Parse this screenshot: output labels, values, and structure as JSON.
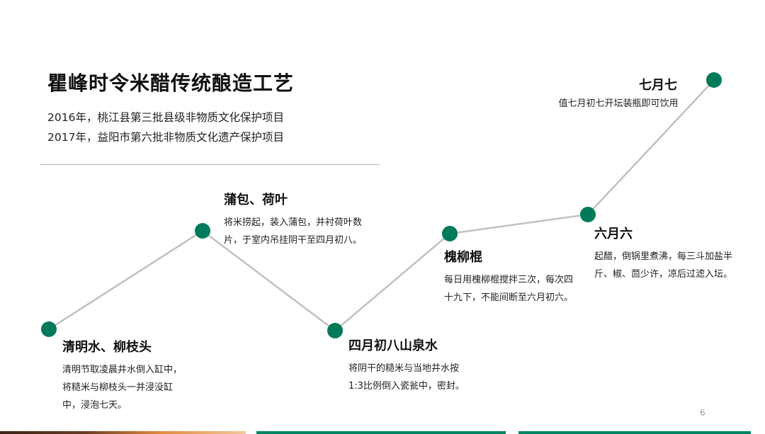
{
  "header": {
    "title": "瞿峰时令米醋传统酿造工艺",
    "lines": [
      "2016年，桃江县第三批县级非物质文化保护项目",
      "2017年，益阳市第六批非物质文化遗产保护项目"
    ]
  },
  "colors": {
    "node": "#007a5a",
    "line": "#c0c0c0",
    "accent_green": "#00845f"
  },
  "steps": [
    {
      "title": "清明水、柳枝头",
      "desc": [
        "清明节取凌晨井水倒入缸中，",
        "将糙米与柳枝头一并浸没缸",
        "中，浸泡七天。"
      ]
    },
    {
      "title": "蒲包、荷叶",
      "desc": [
        "将米捞起，装入蒲包，并衬荷叶数",
        "片，于室内吊挂阴干至四月初八。"
      ]
    },
    {
      "title": "四月初八山泉水",
      "desc": [
        "将阴干的糙米与当地井水按",
        "1:3比例倒入瓷瓮中，密封。"
      ]
    },
    {
      "title": "槐柳棍",
      "desc": [
        "每日用槐柳棍搅拌三次，每次四",
        "十九下，不能间断至六月初六。"
      ]
    },
    {
      "title": "六月六",
      "desc": [
        "起醋，倒锅里煮沸，每三斗加盐半",
        "斤、椒、茴少许，凉后过滤入坛。"
      ]
    },
    {
      "title": "七月七",
      "desc": [
        "值七月初七开坛装瓶即可饮用"
      ]
    }
  ],
  "page_number": "6"
}
